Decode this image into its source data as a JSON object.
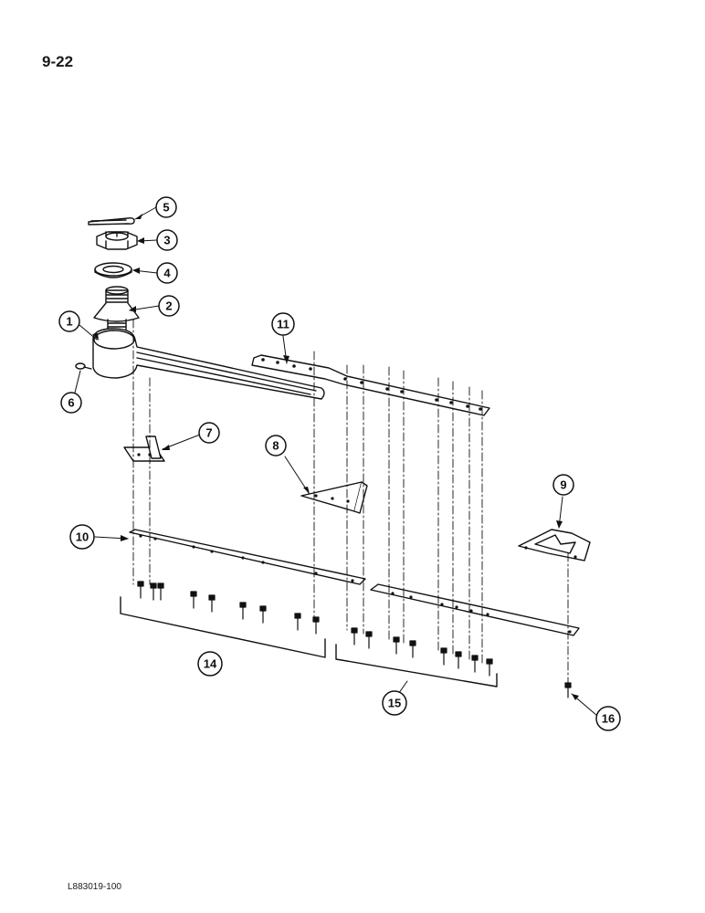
{
  "page": {
    "number": "9-22"
  },
  "figure": {
    "id": "L883019-100"
  },
  "callouts": [
    "5",
    "3",
    "4",
    "2",
    "1",
    "6",
    "11",
    "7",
    "8",
    "9",
    "10",
    "14",
    "15",
    "16"
  ],
  "colors": {
    "ink": "#111111",
    "paper": "#ffffff"
  }
}
